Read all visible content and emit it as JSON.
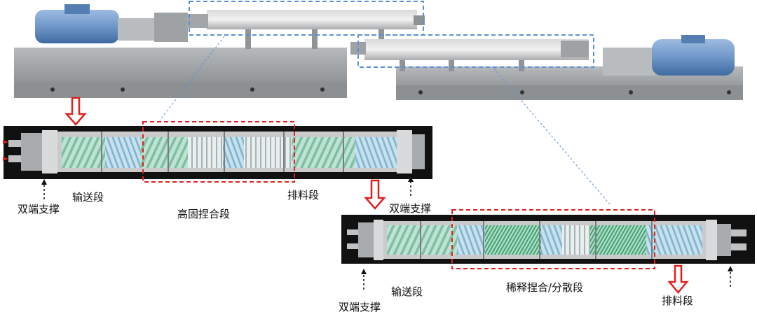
{
  "labels": {
    "upper_dual_support": "双端支撑",
    "upper_conveying": "输送段",
    "upper_high_solid_kneading": "高固捏合段",
    "upper_discharge": "排料段",
    "upper_right_dual_support": "双端支撑",
    "lower_dual_support": "双端支撑",
    "lower_conveying": "输送段",
    "lower_dilution_kneading": "稀释捏合/分散段",
    "lower_discharge": "排料段"
  },
  "colors": {
    "motor_blue": "#6f97c9",
    "frame_grey": "#9fa3a6",
    "barrel_bg": "#111111",
    "screw_green": "#a9d8c4",
    "screw_blue": "#9fc8dc",
    "dashed_blue": "#5b8fd6",
    "dashed_red": "#e0201f",
    "arrow_red": "#e0201f"
  }
}
